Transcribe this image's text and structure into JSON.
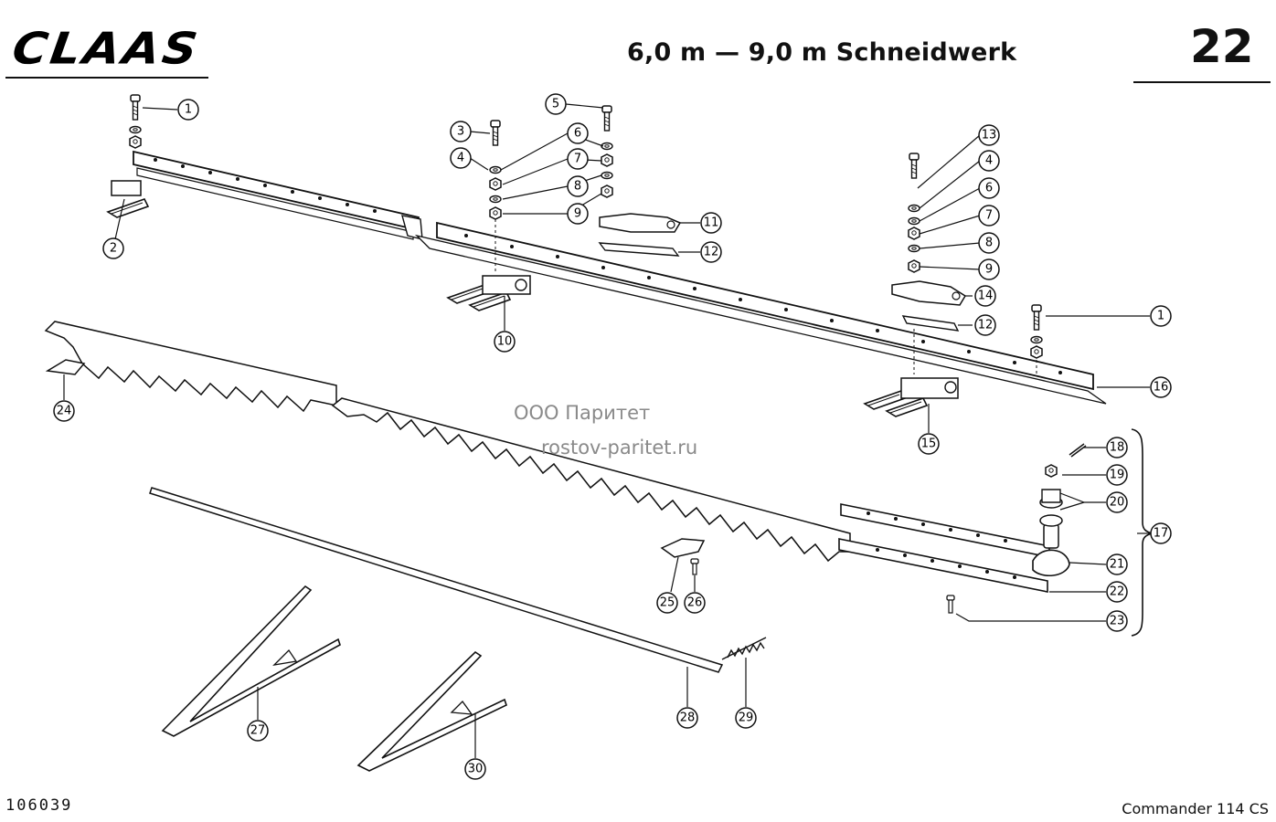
{
  "header": {
    "brand": "CLAAS",
    "title": "6,0 m — 9,0 m Schneidwerk",
    "page_number": "22"
  },
  "footer": {
    "document_code": "106039",
    "model": "Commander 114 CS"
  },
  "watermark": {
    "line1": "ООО Паритет",
    "line2": "rostov-paritet.ru"
  },
  "callouts": [
    {
      "id": "c1a",
      "label": "1"
    },
    {
      "id": "c2",
      "label": "2"
    },
    {
      "id": "c3",
      "label": "3"
    },
    {
      "id": "c4a",
      "label": "4"
    },
    {
      "id": "c5",
      "label": "5"
    },
    {
      "id": "c6a",
      "label": "6"
    },
    {
      "id": "c7a",
      "label": "7"
    },
    {
      "id": "c8a",
      "label": "8"
    },
    {
      "id": "c9a",
      "label": "9"
    },
    {
      "id": "c10",
      "label": "10"
    },
    {
      "id": "c11",
      "label": "11"
    },
    {
      "id": "c12a",
      "label": "12"
    },
    {
      "id": "c13",
      "label": "13"
    },
    {
      "id": "c4b",
      "label": "4"
    },
    {
      "id": "c6b",
      "label": "6"
    },
    {
      "id": "c7b",
      "label": "7"
    },
    {
      "id": "c8b",
      "label": "8"
    },
    {
      "id": "c9b",
      "label": "9"
    },
    {
      "id": "c14",
      "label": "14"
    },
    {
      "id": "c12b",
      "label": "12"
    },
    {
      "id": "c1b",
      "label": "1"
    },
    {
      "id": "c16",
      "label": "16"
    },
    {
      "id": "c15",
      "label": "15"
    },
    {
      "id": "c24",
      "label": "24"
    },
    {
      "id": "c18",
      "label": "18"
    },
    {
      "id": "c19",
      "label": "19"
    },
    {
      "id": "c20",
      "label": "20"
    },
    {
      "id": "c17",
      "label": "17"
    },
    {
      "id": "c21",
      "label": "21"
    },
    {
      "id": "c22",
      "label": "22"
    },
    {
      "id": "c23",
      "label": "23"
    },
    {
      "id": "c25",
      "label": "25"
    },
    {
      "id": "c26",
      "label": "26"
    },
    {
      "id": "c27",
      "label": "27"
    },
    {
      "id": "c28",
      "label": "28"
    },
    {
      "id": "c29",
      "label": "29"
    },
    {
      "id": "c30",
      "label": "30"
    }
  ]
}
